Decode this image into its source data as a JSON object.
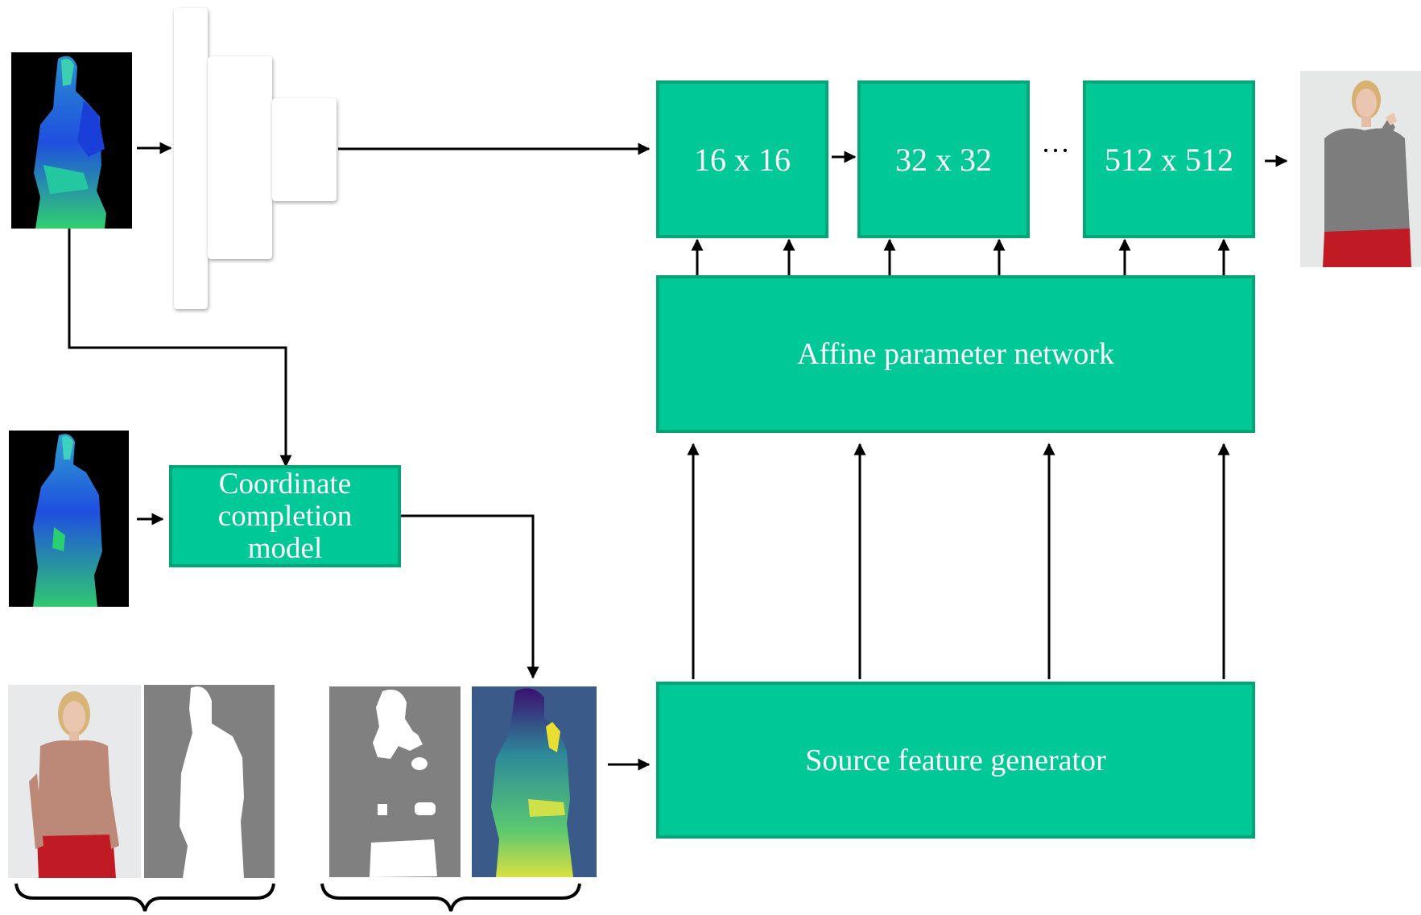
{
  "diagram": {
    "stages": [
      {
        "label": "16 x 16"
      },
      {
        "label": "32 x 32"
      },
      {
        "label": "512 x 512"
      }
    ],
    "ellipsis": "···",
    "affine_network": {
      "label": "Affine parameter network"
    },
    "coordinate_model": {
      "line1": "Coordinate",
      "line2": "completion",
      "line3": "model"
    },
    "source_generator": {
      "label": "Source feature generator"
    }
  },
  "colors": {
    "box_fill": "#00c896",
    "box_border": "#00a678",
    "box_text": "#ffffff",
    "arrow": "#000000",
    "image_background_black": "#000000",
    "grey_mask_background": "#808080",
    "coordinate_map_background": "#3a5b8a"
  },
  "images": {
    "target_uv_map": "pose-coordinate-map-image",
    "source_uv_map": "partial-coordinate-map-image",
    "output_person": "generated-person-image",
    "source_person": "source-person-image",
    "source_silhouette": "source-silhouette-mask-image",
    "visibility_mask": "visibility-mask-image",
    "completed_coordinates": "completed-coordinate-image"
  }
}
